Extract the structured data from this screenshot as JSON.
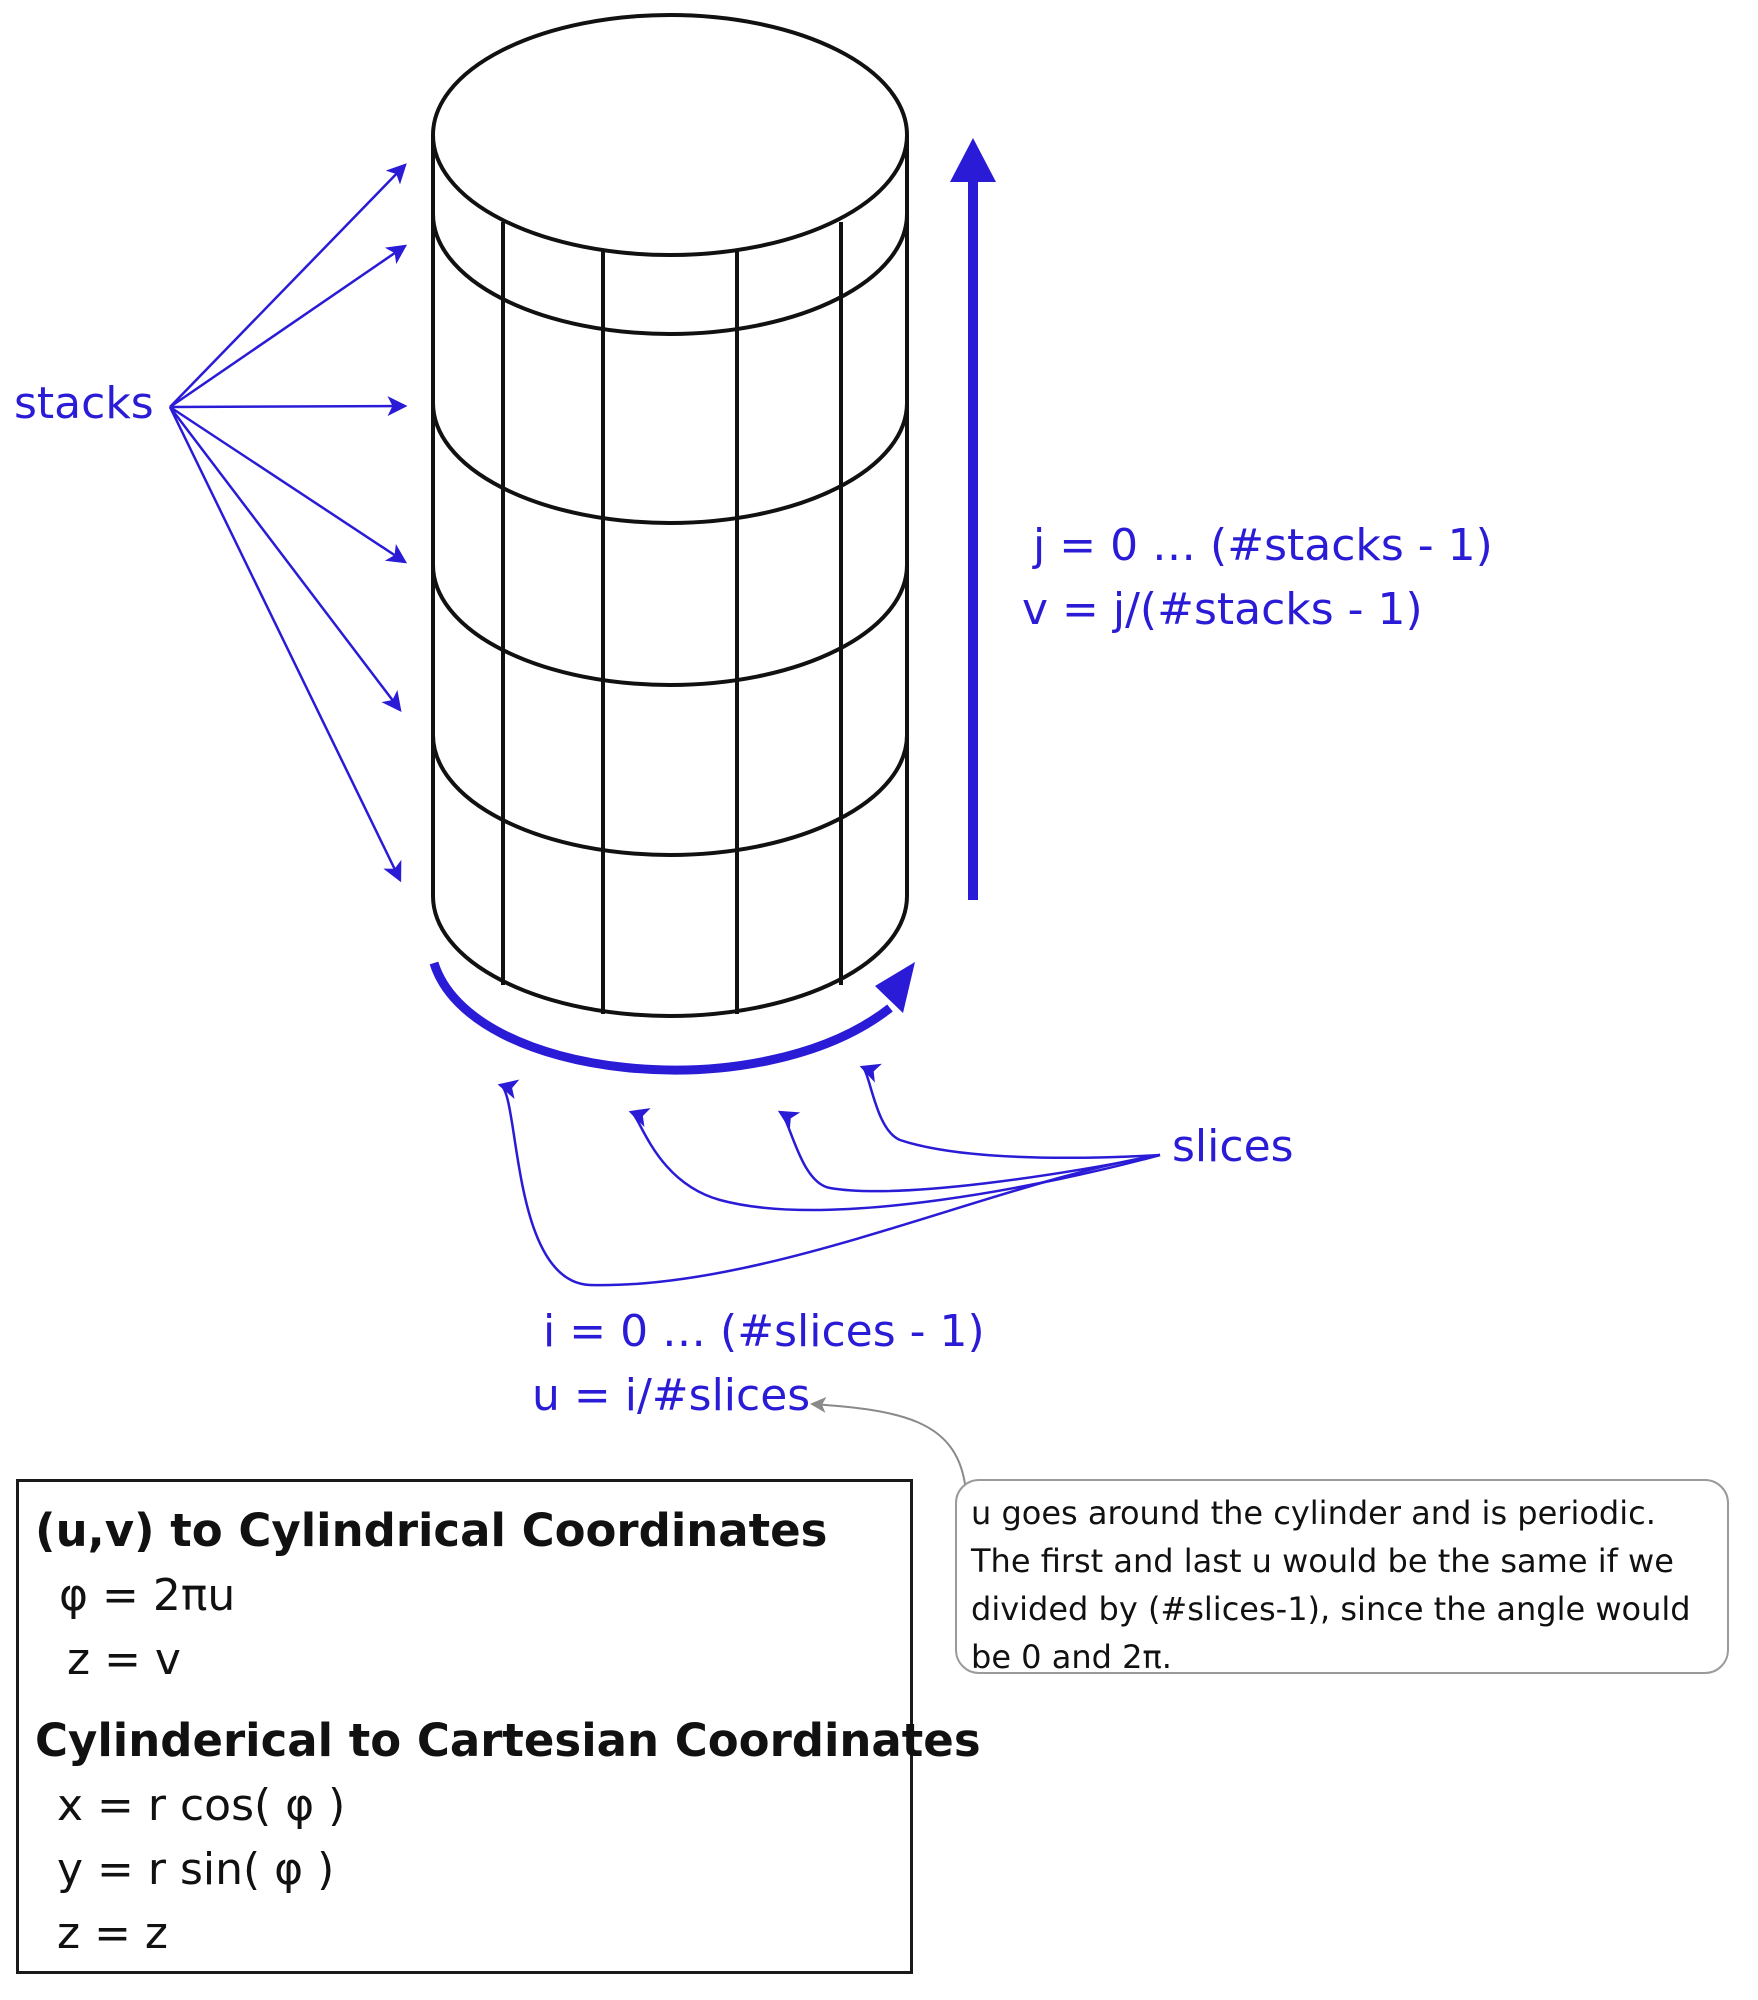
{
  "labels": {
    "stacks": "stacks",
    "slices": "slices",
    "j_range": "j = 0 … (#stacks - 1)",
    "v_formula": "v = j/(#stacks - 1)",
    "i_range": "i = 0 … (#slices - 1)",
    "u_formula": "u = i/#slices"
  },
  "formula_box": {
    "heading1": "(u,v) to Cylindrical Coordinates",
    "phi_eq": "φ = 2πu",
    "z_eq1": "z = v",
    "heading2": "Cylinderical to Cartesian Coordinates",
    "x_eq": "x = r cos( φ )",
    "y_eq": "y = r sin( φ )",
    "z_eq2": "z = z"
  },
  "note": {
    "lines": [
      "u goes around the cylinder and is periodic.",
      "The first and last u would be the same if we",
      "divided by (#slices-1), since the angle would",
      "be 0 and 2π."
    ]
  },
  "colors": {
    "accent_blue": "#2a1bd6",
    "outline": "#111111",
    "note_pointer": "#8a8a8a"
  }
}
